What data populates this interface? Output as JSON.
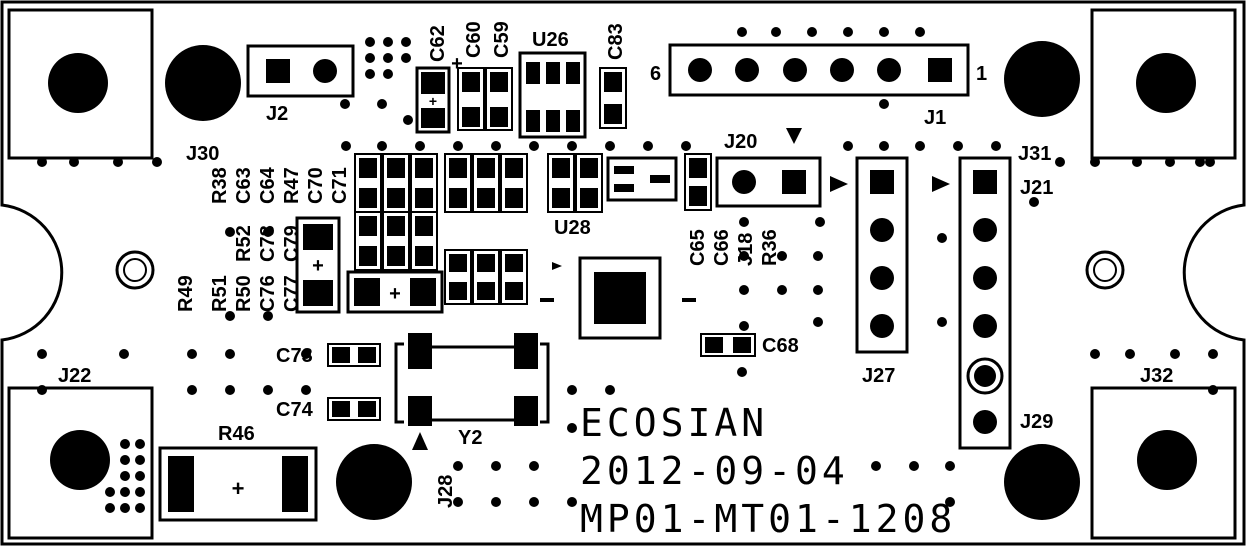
{
  "board": {
    "silkscreen_lines": [
      "ECOSIAN",
      "2012-09-04",
      "MP01-MT01-1208"
    ]
  },
  "refs": {
    "j2": "J2",
    "j30": "J30",
    "j1": "J1",
    "j31": "J31",
    "j21": "J21",
    "j20": "J20",
    "j22": "J22",
    "j32": "J32",
    "j27": "J27",
    "j29": "J29",
    "j28": "J28",
    "j18": "J18",
    "u26": "U26",
    "u28": "U28",
    "y2": "Y2",
    "r46": "R46",
    "c62": "C62",
    "c60": "C60",
    "c59": "C59",
    "c83": "C83",
    "r38": "R38",
    "c63": "C63",
    "c64": "C64",
    "r47": "R47",
    "c70": "C70",
    "c71": "C71",
    "r52": "R52",
    "c78": "C78",
    "c79": "C79",
    "r49": "R49",
    "r51": "R51",
    "r50": "R50",
    "c76": "C76",
    "c77": "C77",
    "c65": "C65",
    "c66": "C66",
    "r36": "R36",
    "c73": "C73",
    "c74": "C74",
    "c68": "C68"
  },
  "pin_labels": {
    "j1_left": "6",
    "j1_right": "1"
  },
  "polarity": {
    "plus": "+"
  },
  "colors": {
    "ink": "#000000",
    "board": "#ffffff"
  }
}
